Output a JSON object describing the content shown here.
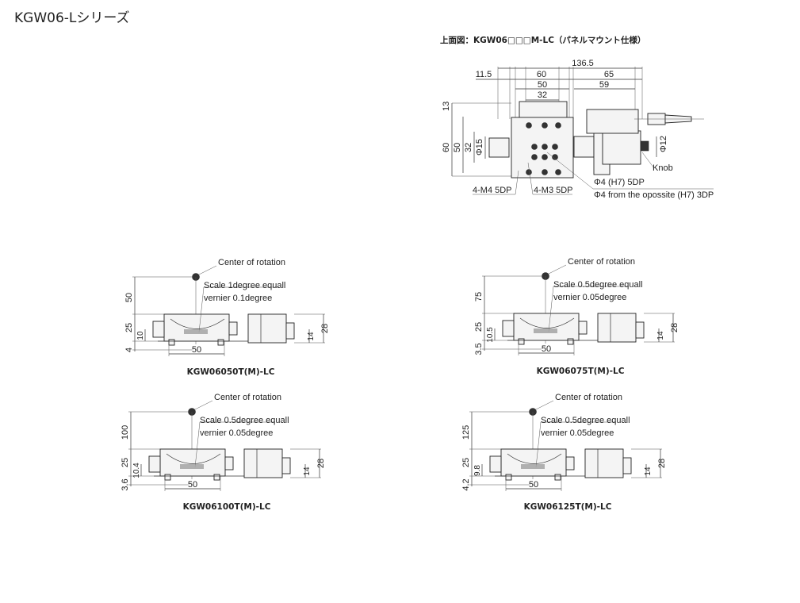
{
  "title": "KGW06-Lシリーズ",
  "top_view": {
    "caption": "上面図：KGW06□□□M-LC（パネルマウント仕様）",
    "dims": {
      "overall": "136.5",
      "left_offset": "11.5",
      "stage": "60",
      "right": "65",
      "hole_pitch": "50",
      "motor": "59",
      "slot": "32",
      "top_offset": "13",
      "h60": "60",
      "h50": "50",
      "h32": "32",
      "d15": "Φ15",
      "d12": "Φ12"
    },
    "notes": {
      "knob": "Knob",
      "m4": "4-M4 5DP",
      "m3": "4-M3 5DP",
      "pin": "Φ4 (H7) 5DP",
      "pin_opposite": "Φ4 from the opossite (H7) 3DP"
    }
  },
  "side_views": [
    {
      "model": "KGW06050T(M)-LC",
      "rot": "50",
      "body": "25",
      "low": "10",
      "base": "4",
      "width": "50",
      "h28": "28",
      "h14": "14",
      "center": "Center of rotation",
      "scale": "Scale 1degree equall",
      "vernier": "vernier 0.1degree"
    },
    {
      "model": "KGW06075T(M)-LC",
      "rot": "75",
      "body": "25",
      "low": "10.5",
      "base": "3.5",
      "width": "50",
      "h28": "28",
      "h14": "14",
      "center": "Center of rotation",
      "scale": "Scale 0.5degree equall",
      "vernier": "vernier 0.05degree"
    },
    {
      "model": "KGW06100T(M)-LC",
      "rot": "100",
      "body": "25",
      "low": "10.4",
      "base": "3.6",
      "width": "50",
      "h28": "28",
      "h14": "14",
      "center": "Center of rotation",
      "scale": "Scale 0.5degree equall",
      "vernier": "vernier 0.05degree"
    },
    {
      "model": "KGW06125T(M)-LC",
      "rot": "125",
      "body": "25",
      "low": "9.8",
      "base": "4.2",
      "width": "50",
      "h28": "28",
      "h14": "14",
      "center": "Center of rotation",
      "scale": "Scale 0.5degree equall",
      "vernier": "vernier 0.05degree"
    }
  ]
}
